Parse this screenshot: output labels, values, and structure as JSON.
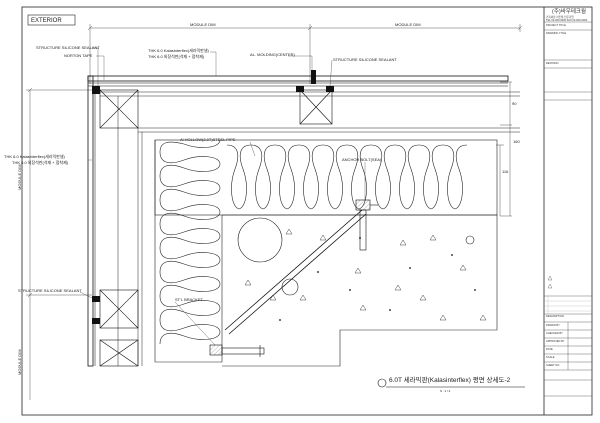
{
  "drawing": {
    "exterior_tag": "EXTERIOR",
    "module_dim": "MODULE DIM",
    "labels": {
      "structure_sealant_top": "STRUCTURE SILICONE SEALANT",
      "norton_tape": "NORTON TAPE",
      "kalasinterflex_1": "THK 6.0 Kalasinterflex(세라믹판넬)",
      "stone_1": "THK 6.0 외장석판(석재 + 접착제)",
      "al_mold": "AL. MOLDING(CENTER)",
      "structure_sealant_right": "STRUCTURE SILICONE SEALANT",
      "hollow_pipe": "Al HOLLOW(2.0T)STEEL PIPE",
      "kalasinterflex_2": "THK 6.0 Kalasinterflex(세라믹판넬)",
      "stone_2": "THK 6.0 외장석판(석재 + 접착제)",
      "anchor_bolt": "ANCHOR BOLT(SEA)",
      "structure_sealant_left": "STRUCTURE SILICONE SEALANT",
      "st_bracket": "ST'L BRACKET",
      "dim_90": "90",
      "dim_160": "160",
      "dim_116": "116"
    },
    "title": "6.0T 세라믹판(Kalasinterflex) 평면 상세도-2",
    "scale": "S : 1 / 2"
  },
  "title_block": {
    "company": "(주)바우테크월",
    "company_sub": "건축외장 커튼월 전문기업",
    "address": "TEL 02-000-0000 FAX 02-000-0000",
    "project": "PROJECT TITLE",
    "drawing_title": "DRAWING TITLE",
    "revision": "REVISION",
    "description": "DESCRIPTION",
    "drawn": "DRAWN BY",
    "checked": "CHECKED BY",
    "approved": "APPROVED BY",
    "date": "DATE",
    "scale": "SCALE",
    "sheet": "SHEET NO."
  }
}
